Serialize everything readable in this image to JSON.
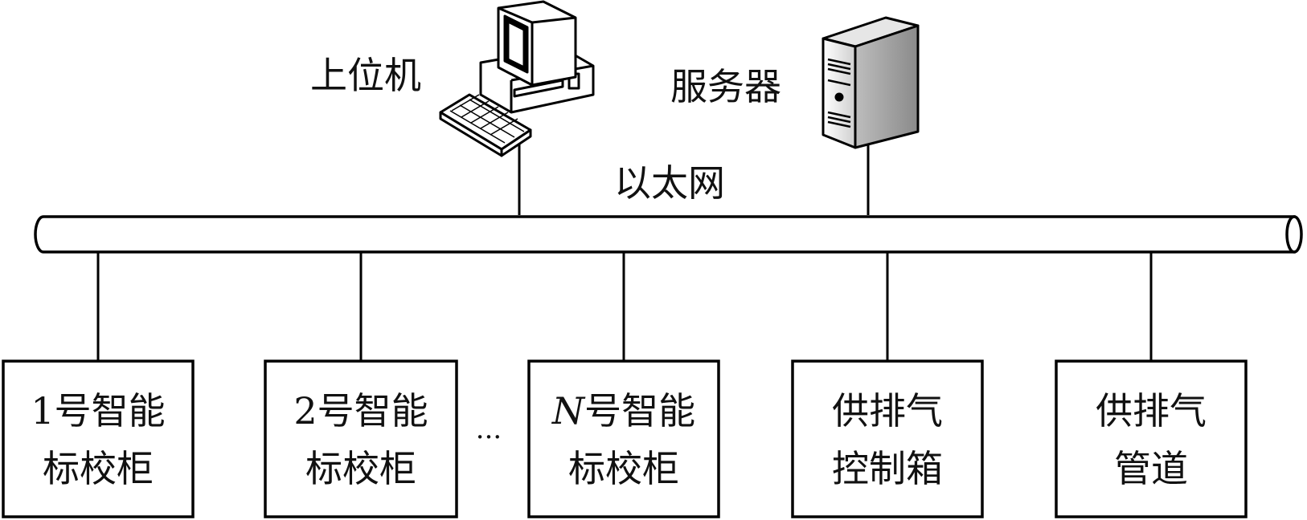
{
  "labels": {
    "pc": "上位机",
    "server": "服务器",
    "network": "以太网",
    "ellipsis": "···"
  },
  "boxes": [
    {
      "line1_prefix": "1",
      "line1_rest": "号智能",
      "line2": "标校柜"
    },
    {
      "line1_prefix": "2",
      "line1_rest": "号智能",
      "line2": "标校柜"
    },
    {
      "line1_prefix": "N",
      "line1_rest": "号智能",
      "line2": "标校柜"
    },
    {
      "line1_prefix": "",
      "line1_rest": "供排气",
      "line2": "控制箱"
    },
    {
      "line1_prefix": "",
      "line1_rest": "供排气",
      "line2": "管道"
    }
  ]
}
